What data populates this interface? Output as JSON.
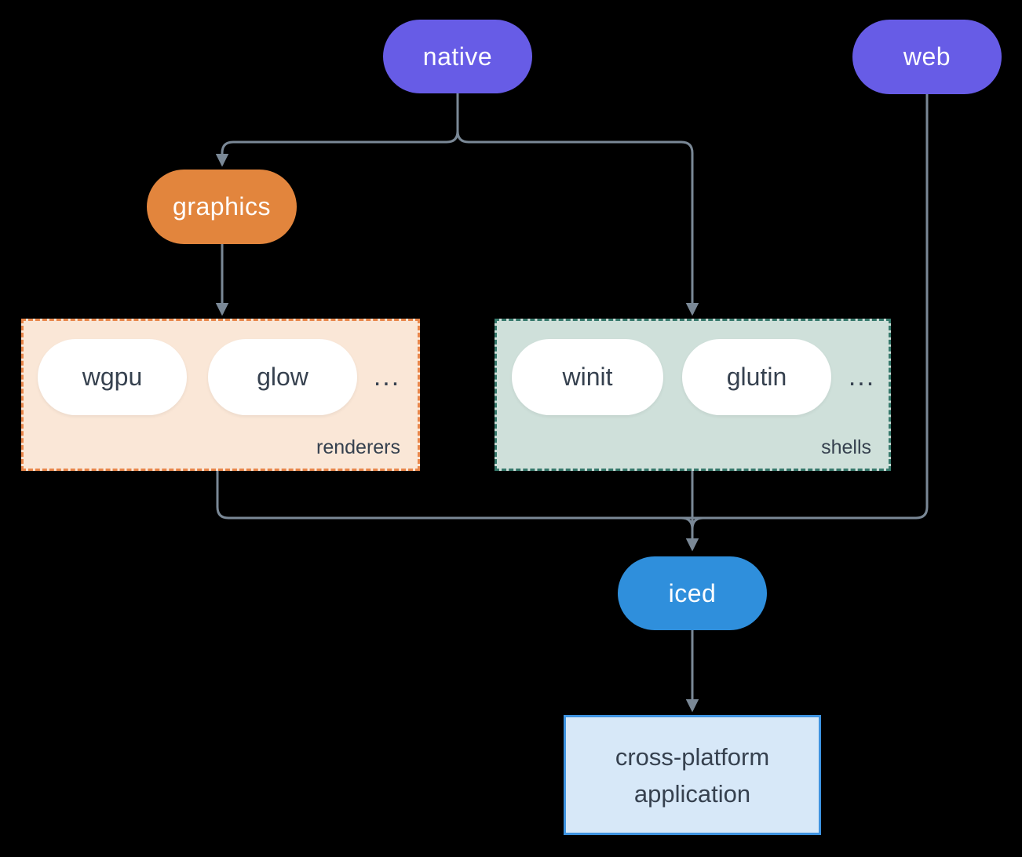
{
  "diagram": {
    "background": "#000000",
    "connector_color": "#7A8896",
    "text_color": "#36414F",
    "nodes": {
      "native": {
        "label": "native",
        "color": "#675CE6"
      },
      "web": {
        "label": "web",
        "color": "#675CE6"
      },
      "graphics": {
        "label": "graphics",
        "color": "#E2853D"
      },
      "iced": {
        "label": "iced",
        "color": "#2F8FDC"
      },
      "application": {
        "line1": "cross-platform",
        "line2": "application",
        "fill": "#D7E8F8",
        "border": "#3E93E0"
      }
    },
    "groups": {
      "renderers": {
        "label": "renderers",
        "items": [
          "wgpu",
          "glow"
        ],
        "ellipsis": "...",
        "fill": "#FAE7D7",
        "border": "#E8864A"
      },
      "shells": {
        "label": "shells",
        "items": [
          "winit",
          "glutin"
        ],
        "ellipsis": "...",
        "fill": "#CFE0DA",
        "border": "#37796C"
      }
    },
    "edges": [
      {
        "from": "native",
        "to": "graphics"
      },
      {
        "from": "native",
        "to": "shells"
      },
      {
        "from": "graphics",
        "to": "renderers"
      },
      {
        "from": "renderers",
        "to": "iced"
      },
      {
        "from": "shells",
        "to": "iced"
      },
      {
        "from": "web",
        "to": "iced"
      },
      {
        "from": "iced",
        "to": "application"
      }
    ]
  }
}
